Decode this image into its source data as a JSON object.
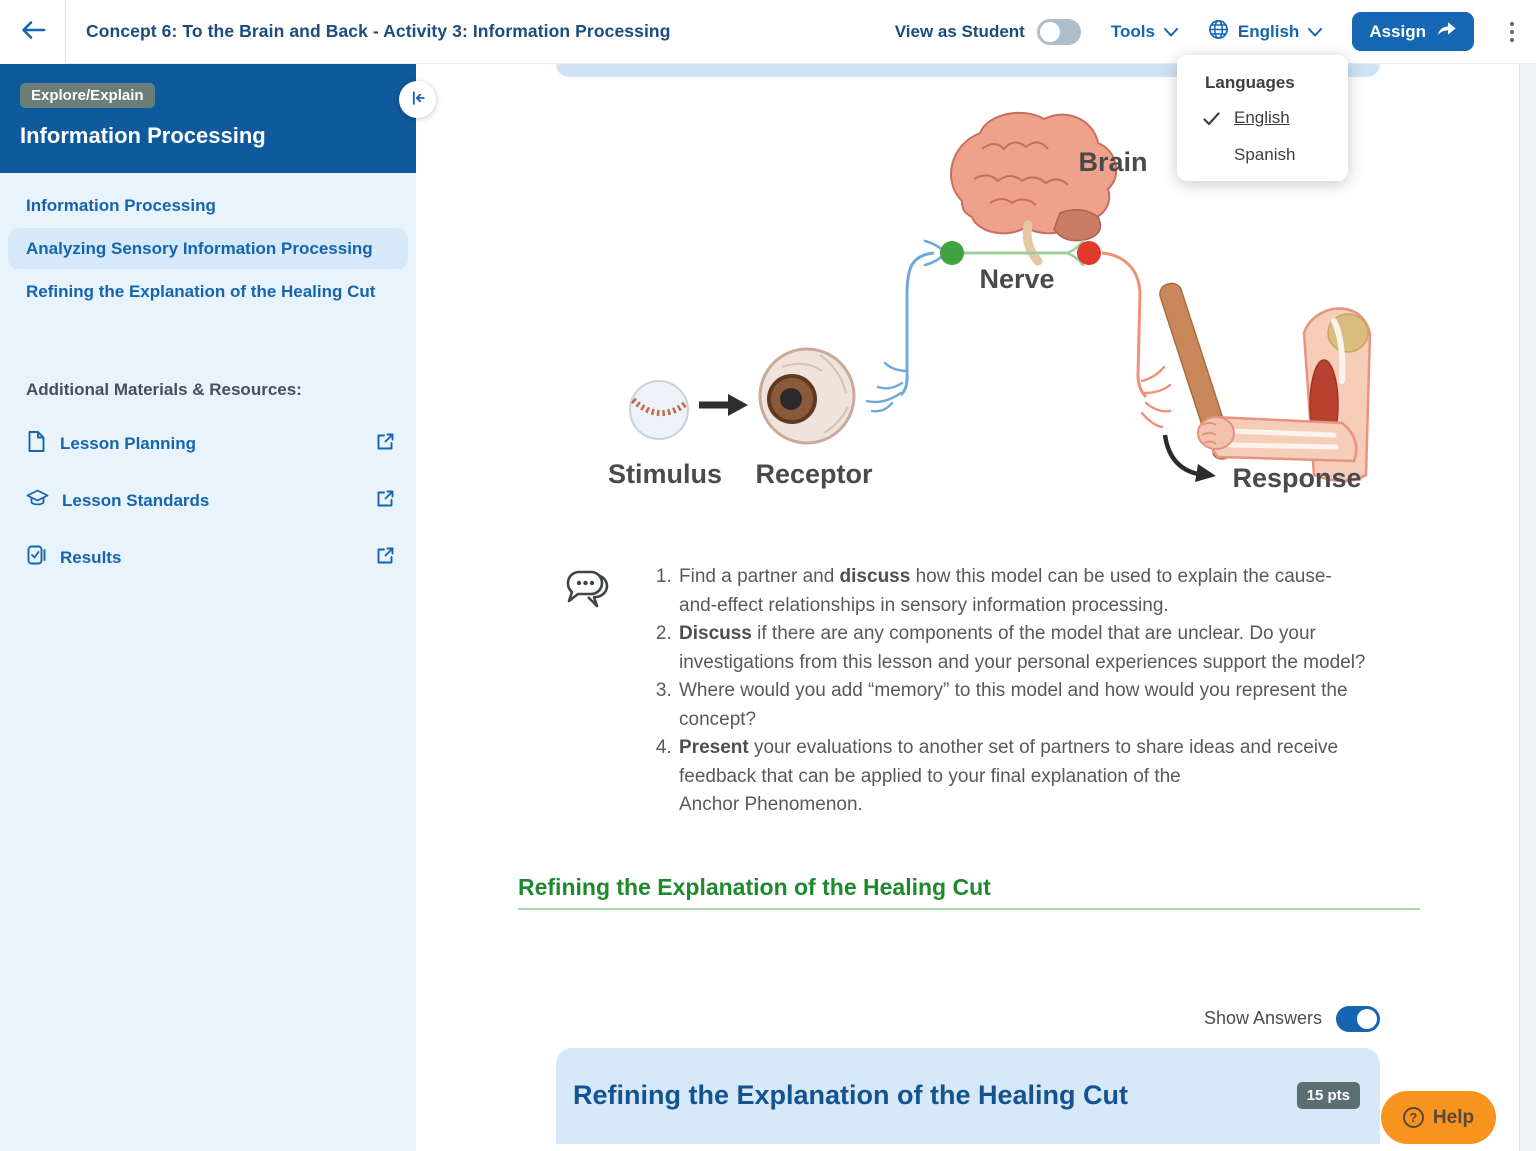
{
  "header": {
    "title": "Concept 6: To the Brain and Back - Activity 3: Information Processing",
    "view_as_student": "View as Student",
    "tools": "Tools",
    "language": "English",
    "assign": "Assign"
  },
  "language_menu": {
    "title": "Languages",
    "options": [
      {
        "label": "English",
        "selected": true
      },
      {
        "label": "Spanish",
        "selected": false
      }
    ]
  },
  "sidebar": {
    "badge": "Explore/Explain",
    "title": "Information Processing",
    "items": [
      {
        "label": "Information Processing",
        "selected": false
      },
      {
        "label": "Analyzing Sensory Information Processing",
        "selected": true
      },
      {
        "label": "Refining the Explanation of the Healing Cut",
        "selected": false
      }
    ],
    "resources_heading": "Additional Materials & Resources:",
    "resources": [
      {
        "label": "Lesson Planning"
      },
      {
        "label": "Lesson Standards"
      },
      {
        "label": "Results"
      }
    ]
  },
  "diagram": {
    "labels": {
      "brain": "Brain",
      "nerve": "Nerve",
      "stimulus": "Stimulus",
      "receptor": "Receptor",
      "response": "Response"
    }
  },
  "discussion": {
    "items": [
      [
        {
          "text": "Find a partner and ",
          "bold": false
        },
        {
          "text": "discuss",
          "bold": true
        },
        {
          "text": " how this model can be used to explain the cause-and-effect relationships in sensory information processing.",
          "bold": false
        }
      ],
      [
        {
          "text": "Discuss",
          "bold": true
        },
        {
          "text": " if there are any components of the model that are unclear. Do your investigations from this lesson and your personal experiences support the model?",
          "bold": false
        }
      ],
      [
        {
          "text": "Where would you add “memory” to this model and how would you represent the concept?",
          "bold": false
        }
      ],
      [
        {
          "text": "Present",
          "bold": true
        },
        {
          "text": " your evaluations to another set of partners to share ideas and receive feedback that can be applied to your final explanation of the",
          "bold": false
        },
        {
          "text": "Anchor Phenomenon.",
          "bold": false,
          "br": true
        }
      ]
    ]
  },
  "section": {
    "heading": "Refining the Explanation of the Healing Cut"
  },
  "answers": {
    "label": "Show Answers",
    "on": true
  },
  "card": {
    "title": "Refining the Explanation of the Healing Cut",
    "points": "15 pts"
  },
  "help": {
    "label": "Help"
  },
  "colors": {
    "accent_blue": "#1565b0",
    "navy_text": "#1b4c7e",
    "sidebar_header": "#0f5a9d",
    "sidebar_bg": "#e9f3fc",
    "selected_item_bg": "#d5e9fa",
    "badge_gray": "#6a7d78",
    "green_heading": "#1d8b2d",
    "card_blue": "#d7e9f8",
    "points_badge": "#5d6e70",
    "help_orange": "#f7941d"
  }
}
